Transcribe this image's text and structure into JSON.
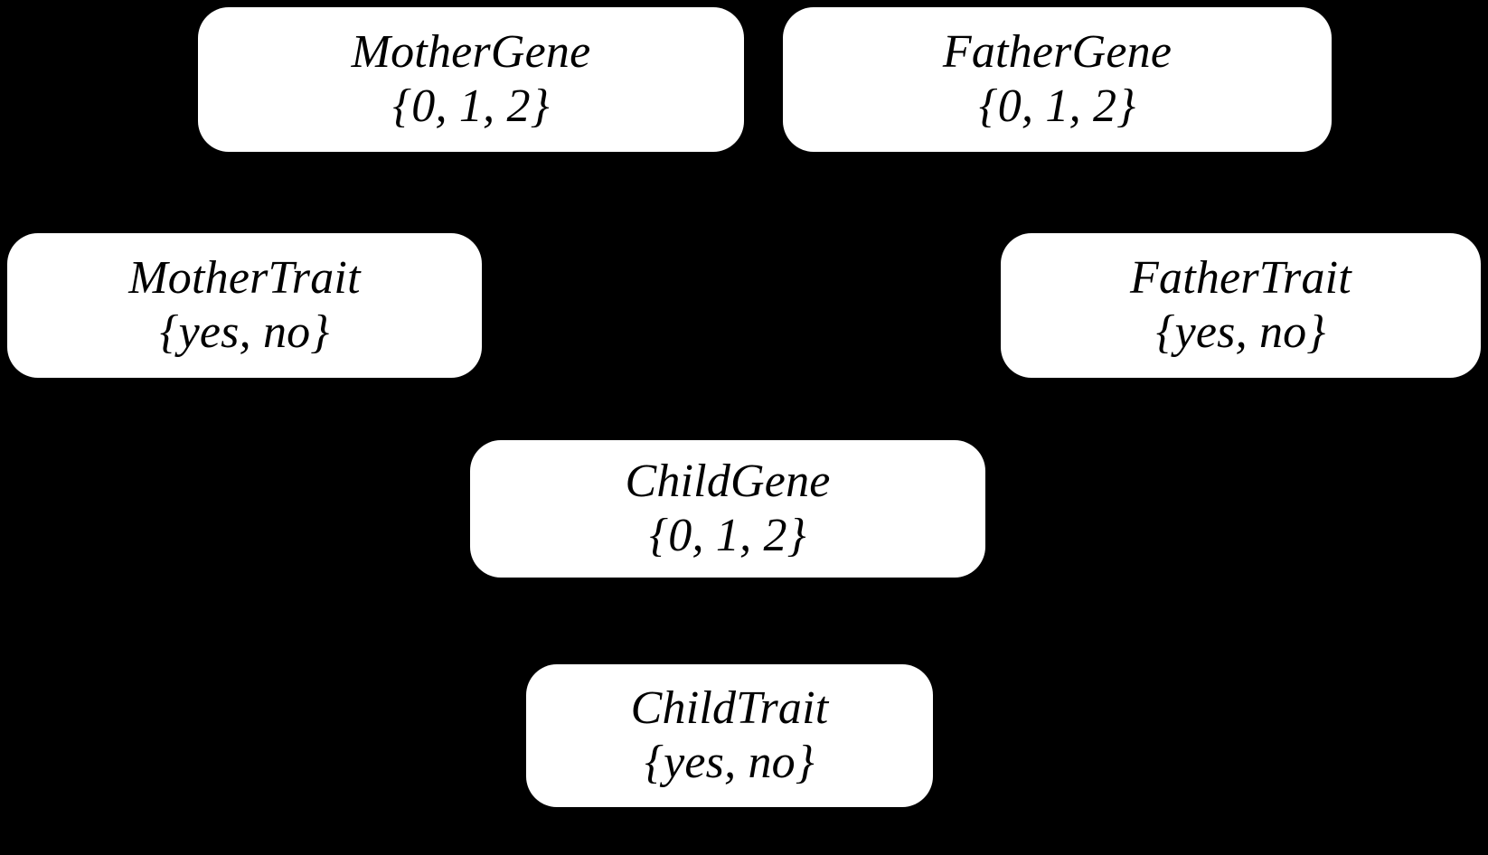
{
  "diagram": {
    "type": "bayesian-network",
    "background_color": "#000000",
    "node_fill_color": "#ffffff",
    "node_text_color": "#000000",
    "nodes": [
      {
        "id": "mother-gene",
        "name": "MotherGene",
        "domain": "{0, 1, 2}"
      },
      {
        "id": "father-gene",
        "name": "FatherGene",
        "domain": "{0, 1, 2}"
      },
      {
        "id": "mother-trait",
        "name": "MotherTrait",
        "domain": "{yes, no}"
      },
      {
        "id": "father-trait",
        "name": "FatherTrait",
        "domain": "{yes, no}"
      },
      {
        "id": "child-gene",
        "name": "ChildGene",
        "domain": "{0, 1, 2}"
      },
      {
        "id": "child-trait",
        "name": "ChildTrait",
        "domain": "{yes, no}"
      }
    ]
  }
}
